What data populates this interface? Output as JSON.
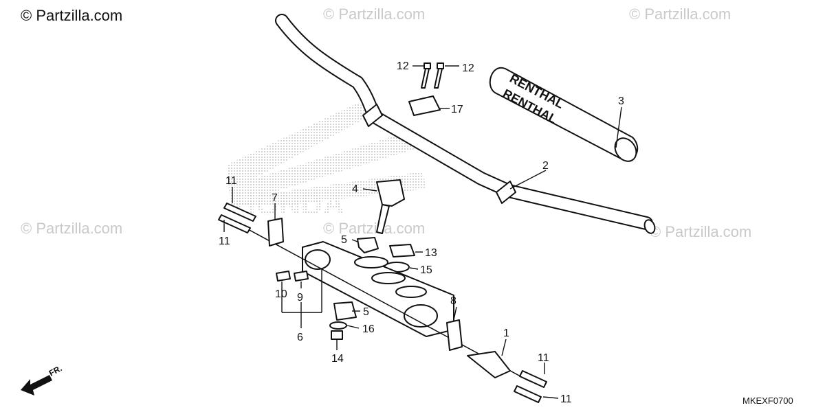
{
  "watermark_main": "© Partzilla.com",
  "watermarks": [
    "© Partzilla.com",
    "© Partzilla.com",
    "© Partzilla.com",
    "© Partzilla.com",
    "© Partzilla.com",
    "© Partzilla.com"
  ],
  "diagram_code": "MKEXF0700",
  "front_arrow_label": "FR.",
  "brand_text": "RENTHAL",
  "background_logo_text": "HONDA",
  "callouts": {
    "c1": "1",
    "c2": "2",
    "c3": "3",
    "c4": "4",
    "c5a": "5",
    "c5b": "5",
    "c6": "6",
    "c7": "7",
    "c8": "8",
    "c9": "9",
    "c10": "10",
    "c11a": "11",
    "c11b": "11",
    "c11c": "11",
    "c11d": "11",
    "c12a": "12",
    "c12b": "12",
    "c13": "13",
    "c14": "14",
    "c15": "15",
    "c16": "16",
    "c17": "17"
  }
}
